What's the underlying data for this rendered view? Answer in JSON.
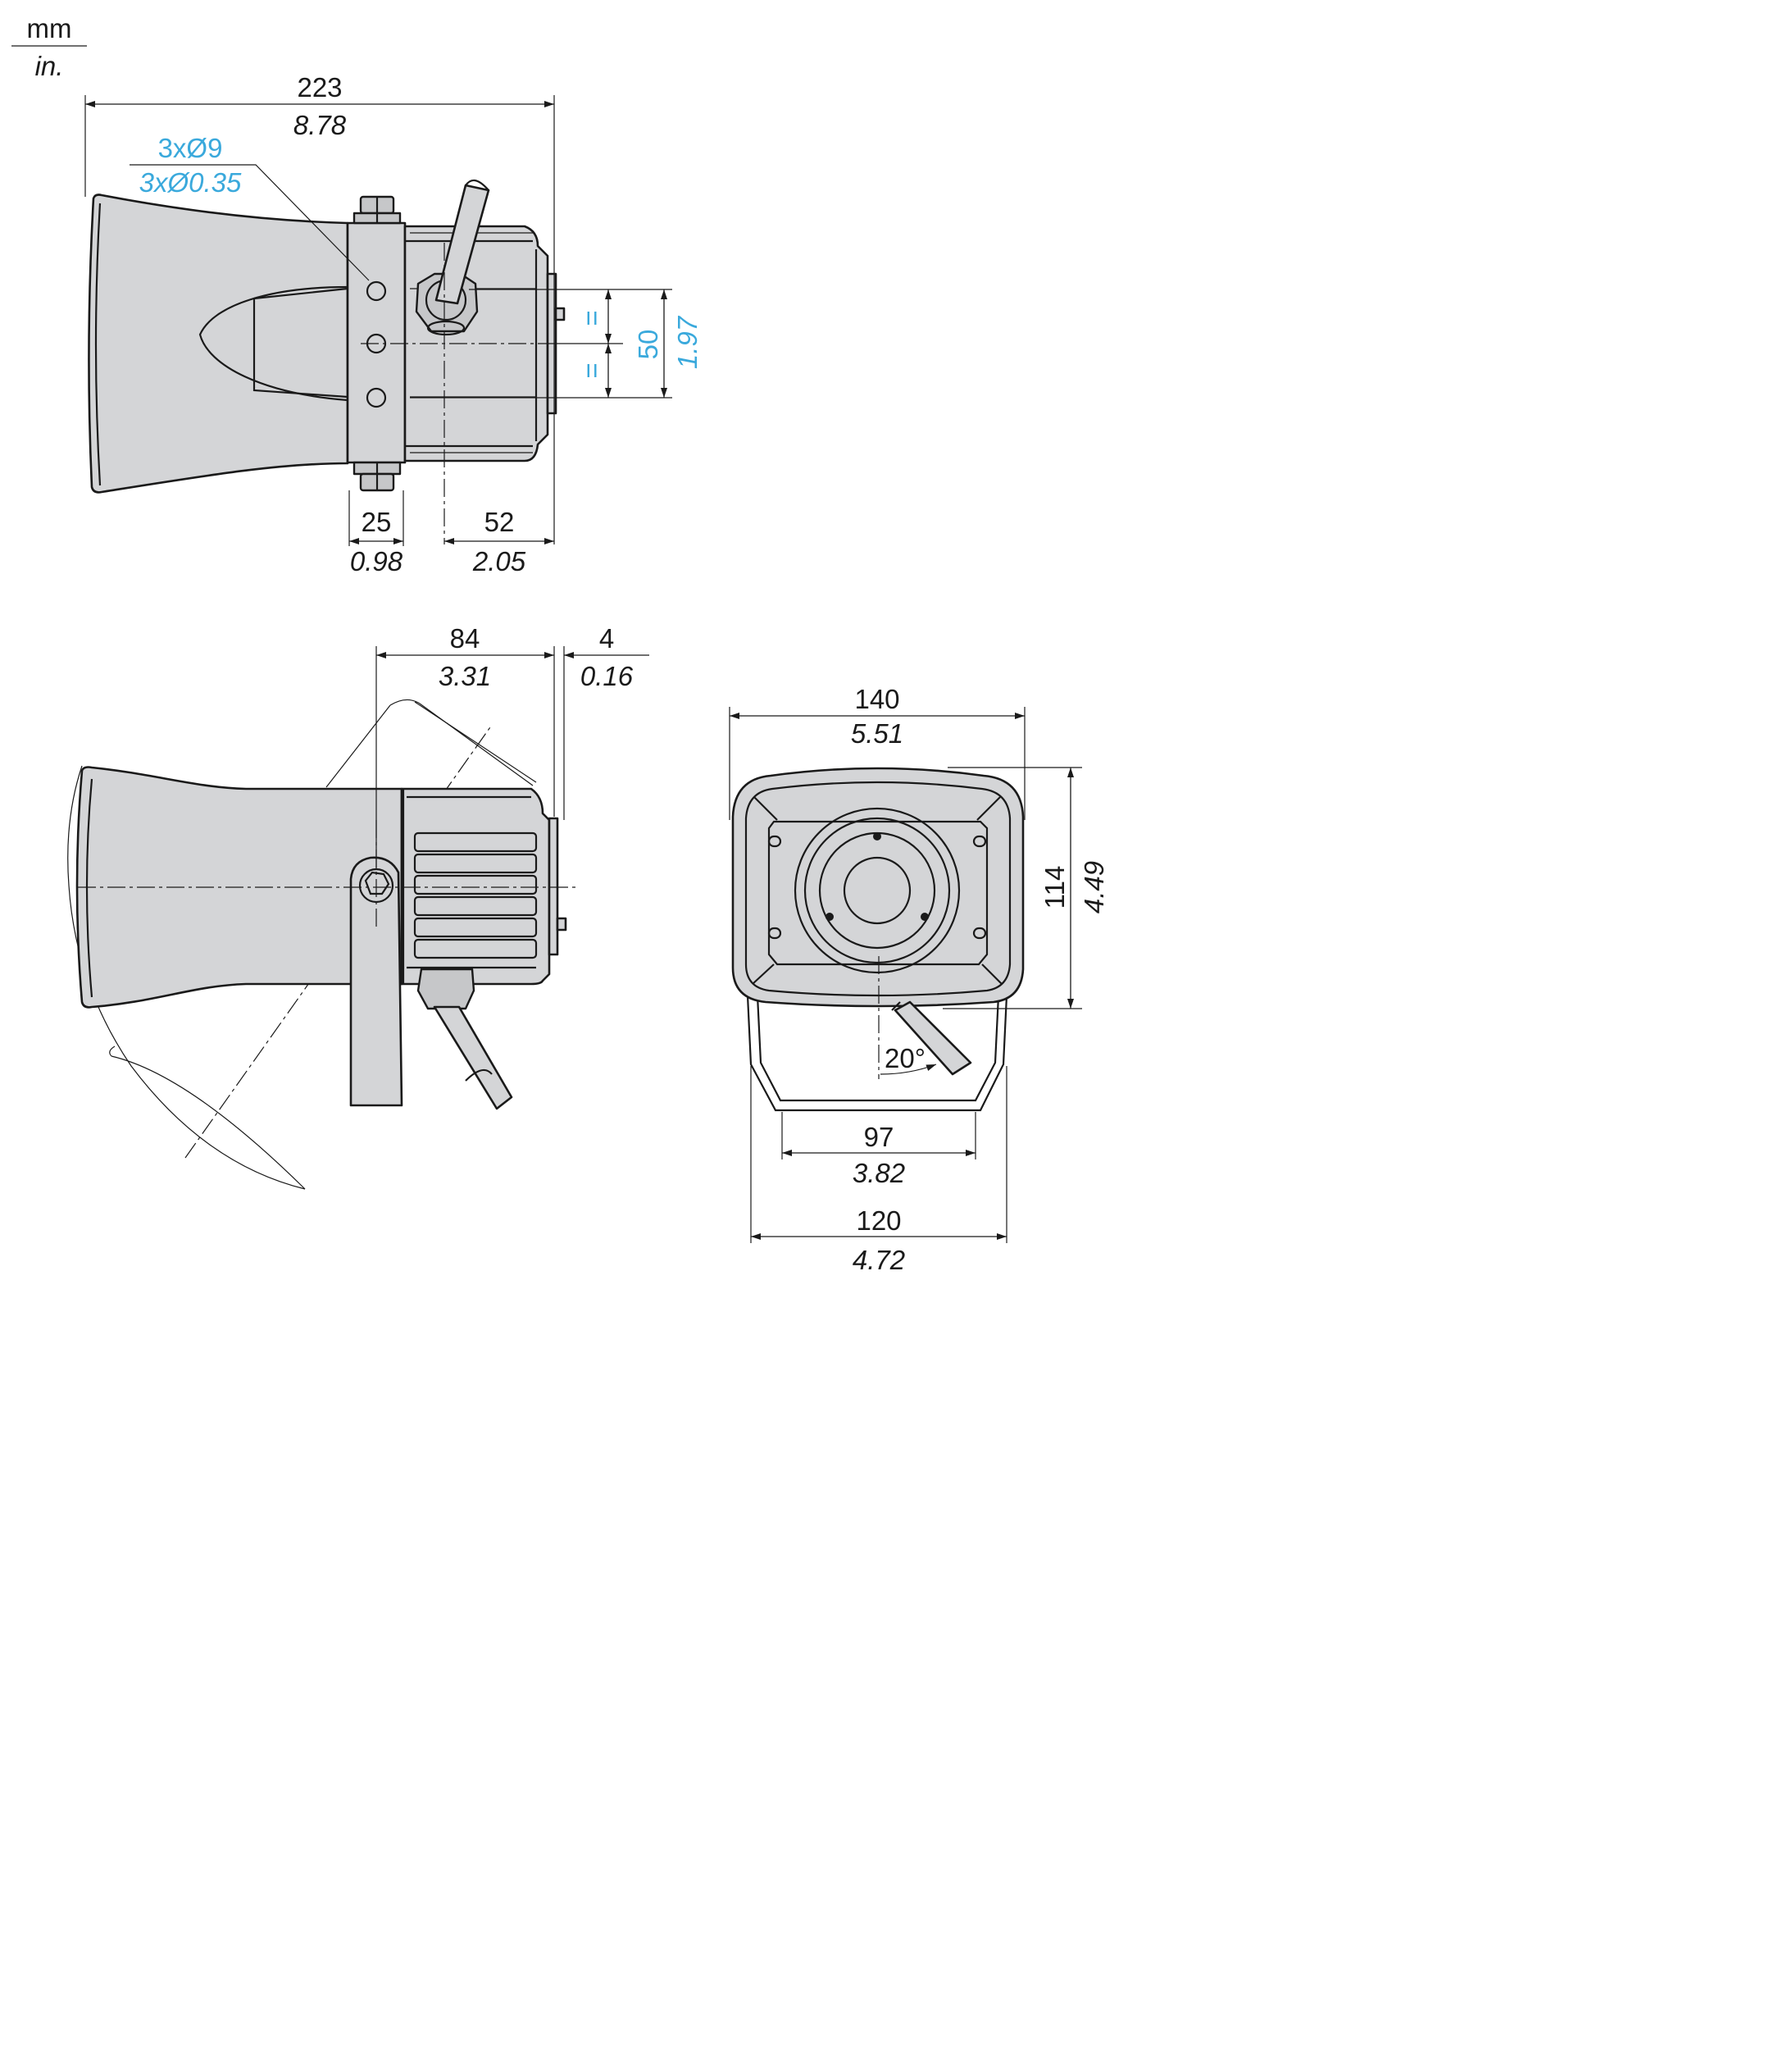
{
  "units": {
    "primary": "mm",
    "secondary": "in."
  },
  "top_view": {
    "overall_length": {
      "mm": "223",
      "in": "8.78"
    },
    "holes": {
      "mm": "3xØ9",
      "in": "3xØ0.35"
    },
    "hole_spacing": {
      "mm": "50",
      "in": "1.97",
      "equal_mark": "="
    },
    "bracket_width": {
      "mm": "25",
      "in": "0.98"
    },
    "rear_depth": {
      "mm": "52",
      "in": "2.05"
    }
  },
  "side_view": {
    "pivot_depth": {
      "mm": "84",
      "in": "3.31"
    },
    "rear_cap": {
      "mm": "4",
      "in": "0.16"
    }
  },
  "front_view": {
    "width": {
      "mm": "140",
      "in": "5.51"
    },
    "height": {
      "mm": "114",
      "in": "4.49"
    },
    "angle": "20°",
    "bracket_inner": {
      "mm": "97",
      "in": "3.82"
    },
    "bracket_outer": {
      "mm": "120",
      "in": "4.72"
    }
  },
  "colors": {
    "body": "#d4d5d7",
    "line": "#1a1a1a",
    "accent": "#3aa9dc"
  }
}
